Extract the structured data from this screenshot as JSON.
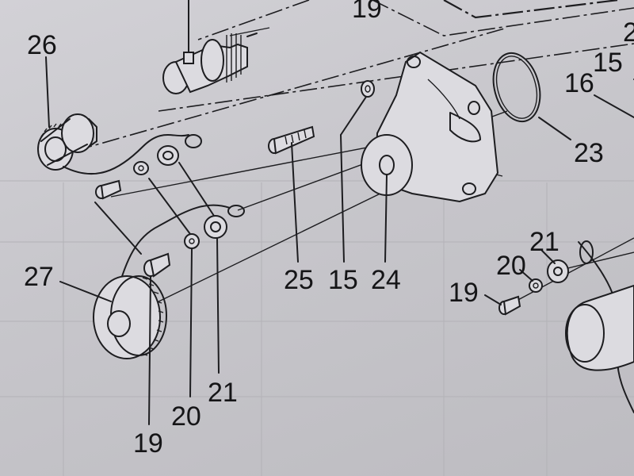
{
  "callouts": {
    "c26": "26",
    "c19_top": "19",
    "c27": "27",
    "c19_bottom": "19",
    "c20_bottom": "20",
    "c21_bottom": "21",
    "c25": "25",
    "c15_mid": "15",
    "c24": "24",
    "c23": "23",
    "c16": "16",
    "c15_right": "15",
    "c2_partial": "2",
    "c21_right": "21",
    "c20_right": "20",
    "c19_right": "19"
  },
  "colors": {
    "ink": "#1d1d20",
    "paper": "#c9c8cd",
    "part_fill": "#dcdbe0"
  }
}
